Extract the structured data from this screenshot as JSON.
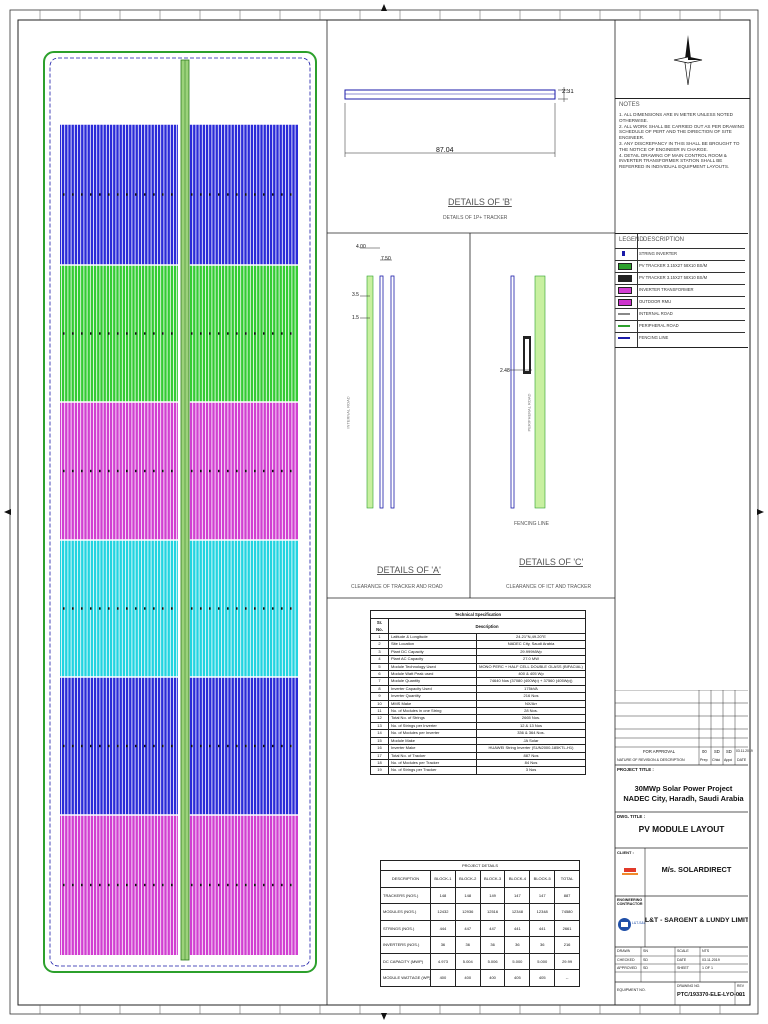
{
  "legend_title": "LEGEND",
  "legend_desc": "DESCRIPTION",
  "notes": {
    "title": "NOTES",
    "items": [
      "1. ALL DIMENSIONS ARE IN METER UNLESS NOTED OTHERWISE.",
      "2. ALL WORK SHALL BE CARRIED OUT AS PER DRAWING SCHEDULE OF PERT AND THE DIRECTION OF SITE ENGINEER.",
      "3. ANY DISCREPANCY IN THIS SHALL BE BROUGHT TO THE NOTICE OF ENGINEER IN CHARGE.",
      "4. DETAIL DRAWING OF MAIN CONTROL ROOM & INVERTER TRANSFORMER STATION SHALL BE REFERRED IN INDIVIDUAL EQUIPMENT LAYOUTS."
    ]
  },
  "legend": [
    {
      "color": "#1a1aa8",
      "text": "STRING INVERTER"
    },
    {
      "color": "#2ca02c",
      "text": "PV TRACKER 3.15X27 58X10 BS/M"
    },
    {
      "color": "#222222",
      "text": "PV TRACKER 3.15X27 58X10 BS/M"
    },
    {
      "color": "#d33fd3",
      "text": "INVERTER TRANSFORMER"
    },
    {
      "color": "#cc33cc",
      "text": "OUTDOOR RMU"
    },
    {
      "color": "#888888",
      "text": "INTERNAL ROAD"
    },
    {
      "color": "#2ca02c",
      "text": "PERIPHERAL ROAD"
    },
    {
      "color": "#1a1aa8",
      "text": "FENCING LINE"
    }
  ],
  "details": {
    "b_title": "DETAILS OF 'B'",
    "b_sub": "DETAILS OF 1P+ TRACKER",
    "b_dim_len": "87.04",
    "b_dim_h": "2.31",
    "a_title": "DETAILS OF 'A'",
    "a_sub": "CLEARANCE OF TRACKER AND ROAD",
    "a_dim1": "4.00",
    "a_dim2": "7.50",
    "a_dim3": "3.5",
    "a_dim4": "1.5",
    "c_title": "DETAILS OF 'C'",
    "c_sub": "CLEARANCE OF ICT AND TRACKER",
    "c_dim": "2.48",
    "fencing_label": "FENCING LINE",
    "road_label": "INTERNAL ROAD",
    "peri_label": "PERIPHERAL ROAD"
  },
  "spec": {
    "title": "Technical Specification",
    "col_sr": "Sr. No.",
    "col_desc": "Description",
    "rows": [
      [
        "1",
        "Latitude & Longitude",
        "24.21°N,49.20°E"
      ],
      [
        "2",
        "Site Location",
        "NADEC City, Saudi Arabia"
      ],
      [
        "3",
        "Plant DC Capacity",
        "29.999MWp"
      ],
      [
        "4",
        "Plant AC Capacity",
        "27.0 MW"
      ],
      [
        "5",
        "Module Technology Used",
        "MONO PERC + HALF CELL DOUBLE GLASS (BIFACIAL)"
      ],
      [
        "6",
        "Module Watt Peak used",
        "400 & 405 Wp"
      ],
      [
        "7",
        "Module Quantity",
        "74640 Nos (37080 (400Wp) + 37560 (405Wp))"
      ],
      [
        "8",
        "Inverter Capacity Used",
        "175kVA"
      ],
      [
        "9",
        "Inverter Quantity",
        "216 Nos"
      ],
      [
        "10",
        "MMS Make",
        "NX/Arr"
      ],
      [
        "11",
        "No. of Modules in one String",
        "28 Nos."
      ],
      [
        "12",
        "Total No. of Strings",
        "2665 Nos."
      ],
      [
        "13",
        "No. of Strings per Inverter",
        "12 & 13 Nos"
      ],
      [
        "14",
        "No. of Modules per Inverter",
        "336 & 364 Nos."
      ],
      [
        "15",
        "Module Make",
        "JA Solar"
      ],
      [
        "16",
        "Inverter Make",
        "HUAWEI String Inverter (SUN2000-185KTL-H1)"
      ],
      [
        "17",
        "Total No. of Tracker",
        "887 Nos"
      ],
      [
        "18",
        "No. of Modules per Tracker",
        "84 Nos"
      ],
      [
        "19",
        "No. of Strings per Tracker",
        "3 Nos"
      ]
    ]
  },
  "blocks": {
    "title": "PROJECT DETAILS",
    "headers": [
      "DESCRIPTION",
      "BLOCK-1",
      "BLOCK-2",
      "BLOCK-3",
      "BLOCK-4",
      "BLOCK-5",
      "TOTAL"
    ],
    "rows": [
      [
        "TRACKERS (NOS.)",
        "148",
        "148",
        "149",
        "147",
        "147",
        "887"
      ],
      [
        "MODULES (NOS.)",
        "12432",
        "12936",
        "12516",
        "12348",
        "12348",
        "74580"
      ],
      [
        "STRINGS (NOS.)",
        "444",
        "447",
        "447",
        "441",
        "441",
        "2661"
      ],
      [
        "INVERTERS (NOS.)",
        "36",
        "36",
        "36",
        "36",
        "36",
        "216"
      ],
      [
        "DC CAPACITY (MWP)",
        "4.973",
        "5.004",
        "5.006",
        "5.000",
        "5.000",
        "29.99"
      ],
      [
        "MODULE WATTAGE (WP)",
        "400",
        "400",
        "400",
        "405",
        "405",
        "--"
      ]
    ]
  },
  "titleblock": {
    "rev_row": [
      "FOR APPROVAL",
      "00",
      "SD",
      "SD",
      "03.11.2019"
    ],
    "rev_header": [
      "NATURE OF REVISION & DESCRIPTION",
      "Prep",
      "Chkd",
      "Appd",
      "DATE"
    ],
    "project_title_label": "PROJECT TITLE :",
    "project_title_1": "30MWp Solar Power Project",
    "project_title_2": "NADEC City, Haradh, Saudi Arabia",
    "dwg_title_label": "DWG. TITLE :",
    "dwg_title": "PV MODULE LAYOUT",
    "client_label": "CLIENT :",
    "client_name": "M/s. SOLARDIRECT",
    "epc_label": "ENGINEERING CONTRACTOR",
    "epc_name": "L&T - SARGENT & LUNDY LIMITED",
    "epc_logo": "L&T-S&L",
    "drawn": "DRAWN",
    "checked": "CHECKED",
    "approved": "APPROVED",
    "drawn_by": "SN",
    "checked_by": "SD",
    "approved_by": "SD",
    "scale_label": "SCALE",
    "scale": "NTS",
    "date_label": "DATE",
    "date": "03.11.2019",
    "sheet_label": "SHEET",
    "sheet": "1 OF 1",
    "drawing_no_label": "DRAWING NO.",
    "drawing_no": "PTC/193370-ELE-LYO-001",
    "rev_label": "REV",
    "rev": "00",
    "equipment_label": "EQUIPMENT NO."
  }
}
